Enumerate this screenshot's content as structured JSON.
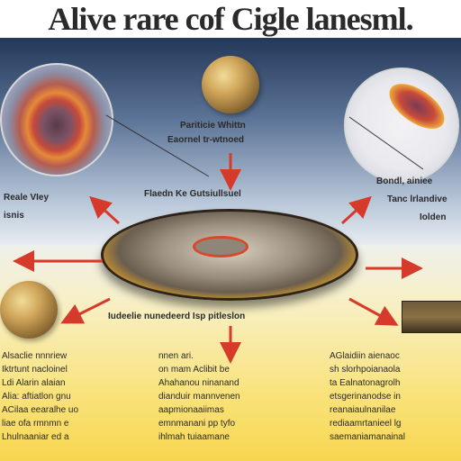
{
  "title": "Alive rare cof Cigle lanesml.",
  "labels": {
    "top_center_line1": "Pariticie Whittn",
    "top_center_line2": "Eaornel tr-wtnoed",
    "left_circle_line1": "Reale VIey",
    "left_circle_line2": "isnis",
    "right_circle_line1": "Bondl, ainiee",
    "right_circle_line2": "Tanc lrlandive",
    "right_circle_line3": "Iolden",
    "disk_top": "Flaedn Ke Gutsiullsuel",
    "disk_bottom": "Iudeelie nunedeerd Isp pitleslon"
  },
  "paragraphs": {
    "left": [
      "Alsaclie nnnriew",
      "Iktrtunt nacloinel",
      "Ldi Alarin alaian",
      "Alia: aftiatlon gnu",
      "ACilaa eearalhe uo",
      "liae ofa rmnmn e",
      "Lhulnaaniar ed a"
    ],
    "center": [
      "nnen ari.",
      "on mam Aclibit be",
      "Ahahanou ninanand",
      "dianduir mannvenen",
      "aapmionaaiimas",
      "emnmanani pp tyfo",
      "ihlmah tuiaamane"
    ],
    "right": [
      "AGlaidiin aienaoc",
      "sh slorhpoianaola",
      "ta Ealnatonagrolh",
      "etsgerinanodse in",
      "reanaiaulnanilae",
      "rediaamrtanieel lg",
      "saemaniamanainal"
    ]
  },
  "colors": {
    "arrow": "#d63a2a",
    "text": "#2a2a2a",
    "accent_gold": "#f7d64f"
  }
}
